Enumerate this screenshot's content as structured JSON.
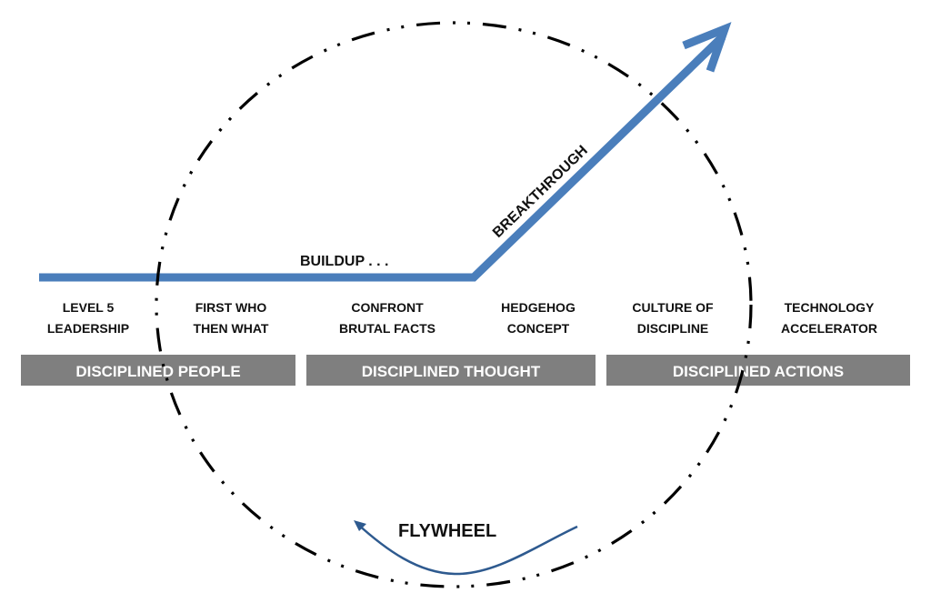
{
  "colors": {
    "arrow": "#4a7ebb",
    "flywheel_arrow": "#2e5a8f",
    "band": "#7f7f7f",
    "band_text": "#ffffff",
    "text": "#111111",
    "circle": "#000000"
  },
  "labels": {
    "buildup": "BUILDUP . . .",
    "breakthrough": "BREAKTHROUGH",
    "flywheel": "FLYWHEEL"
  },
  "stages": [
    {
      "line1": "LEVEL 5",
      "line2": "LEADERSHIP"
    },
    {
      "line1": "FIRST WHO",
      "line2": "THEN WHAT"
    },
    {
      "line1": "CONFRONT",
      "line2": "BRUTAL FACTS"
    },
    {
      "line1": "HEDGEHOG",
      "line2": "CONCEPT"
    },
    {
      "line1": "CULTURE OF",
      "line2": "DISCIPLINE"
    },
    {
      "line1": "TECHNOLOGY",
      "line2": "ACCELERATOR"
    }
  ],
  "bands": [
    {
      "label": "DISCIPLINED PEOPLE"
    },
    {
      "label": "DISCIPLINED THOUGHT"
    },
    {
      "label": "DISCIPLINED ACTIONS"
    }
  ]
}
